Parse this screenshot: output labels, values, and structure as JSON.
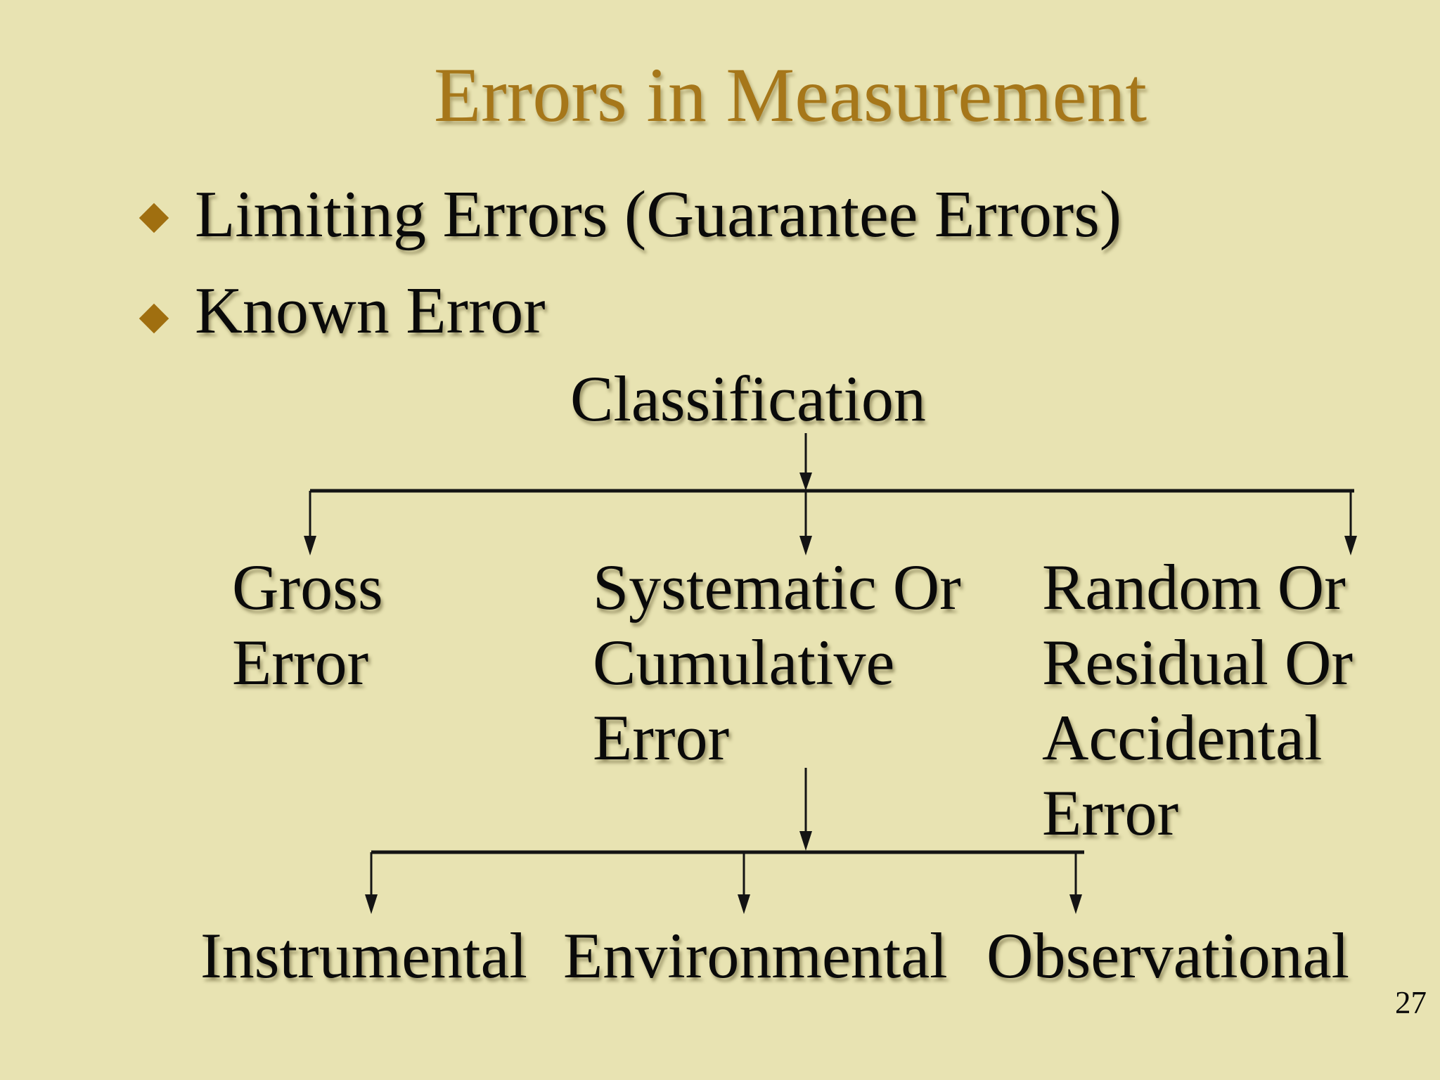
{
  "slide": {
    "title": "Errors in Measurement",
    "bullets": [
      "Limiting Errors (Guarantee Errors)",
      "Known Error"
    ],
    "page_number": "27"
  },
  "diagram": {
    "root": "Classification",
    "level1": [
      {
        "label": "Gross Error",
        "lines": [
          "Gross",
          "Error"
        ]
      },
      {
        "label": "Systematic Or Cumulative Error",
        "lines": [
          "Systematic Or",
          "Cumulative",
          "Error"
        ]
      },
      {
        "label": "Random Or Residual Or Accidental Error",
        "lines": [
          "Random Or",
          "Residual Or",
          "Accidental",
          "Error"
        ]
      }
    ],
    "level2": [
      {
        "label": "Instrumental"
      },
      {
        "label": "Environmental"
      },
      {
        "label": "Observational"
      }
    ]
  },
  "colors": {
    "background": "#E8E3B2",
    "title_text": "#A6771A",
    "bullet_diamond": "#A06F10",
    "body_text": "#0A0A0A",
    "connector_lines": "#141414"
  }
}
